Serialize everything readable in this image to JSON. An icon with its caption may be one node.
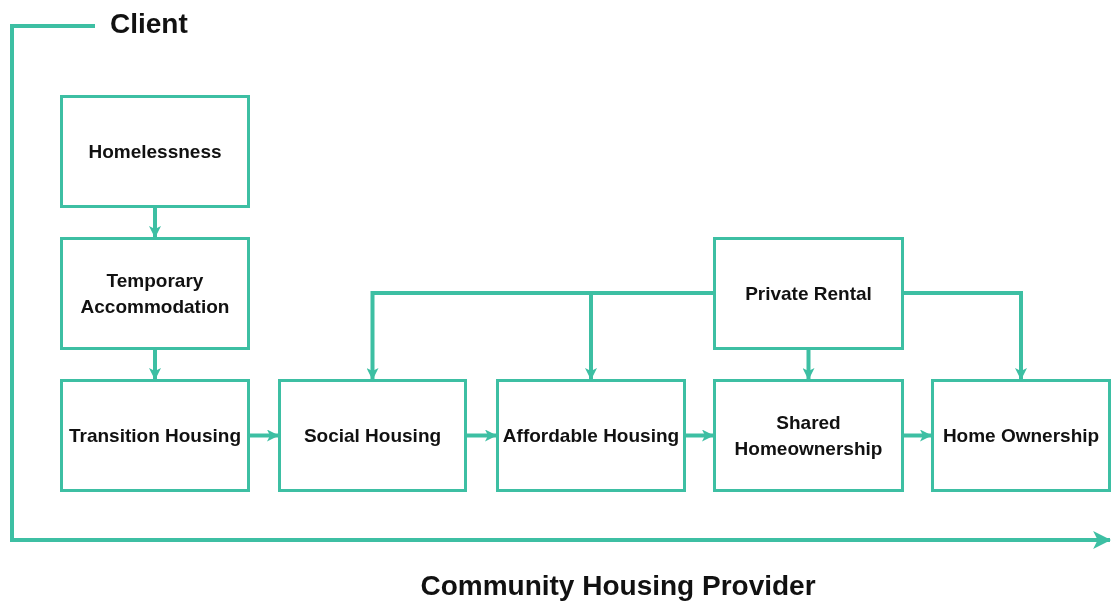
{
  "diagram": {
    "nodes": [
      {
        "text": [
          "Homelessness"
        ]
      },
      {
        "text": [
          "Temporary Accommodation"
        ]
      },
      {
        "text": [
          "Transition Housing"
        ]
      },
      {
        "text": [
          "Social Housing"
        ]
      },
      {
        "text": [
          "Affordable Housing"
        ]
      },
      {
        "text": [
          "Private Rental"
        ]
      },
      {
        "text": [
          "Shared Homeownership"
        ]
      },
      {
        "text": [
          "Home Ownership"
        ]
      }
    ],
    "edges": [
      {
        "from": 0,
        "to": 1,
        "arrow": "to"
      },
      {
        "from": 1,
        "to": 2,
        "arrow": "to"
      },
      {
        "from": 2,
        "to": 3,
        "arrow": "to"
      },
      {
        "from": 3,
        "to": 4,
        "arrow": "to"
      },
      {
        "from": 4,
        "to": 6,
        "arrow": "to"
      },
      {
        "from": 6,
        "to": 7,
        "arrow": "to"
      },
      {
        "from": 5,
        "to": 3,
        "arrow": "to"
      },
      {
        "from": 5,
        "to": 4,
        "arrow": "to"
      },
      {
        "from": 5,
        "to": 6,
        "arrow": "to"
      },
      {
        "from": 5,
        "to": 7,
        "arrow": "to"
      }
    ],
    "labels": [
      "Client",
      "Community Housing Provider"
    ]
  }
}
